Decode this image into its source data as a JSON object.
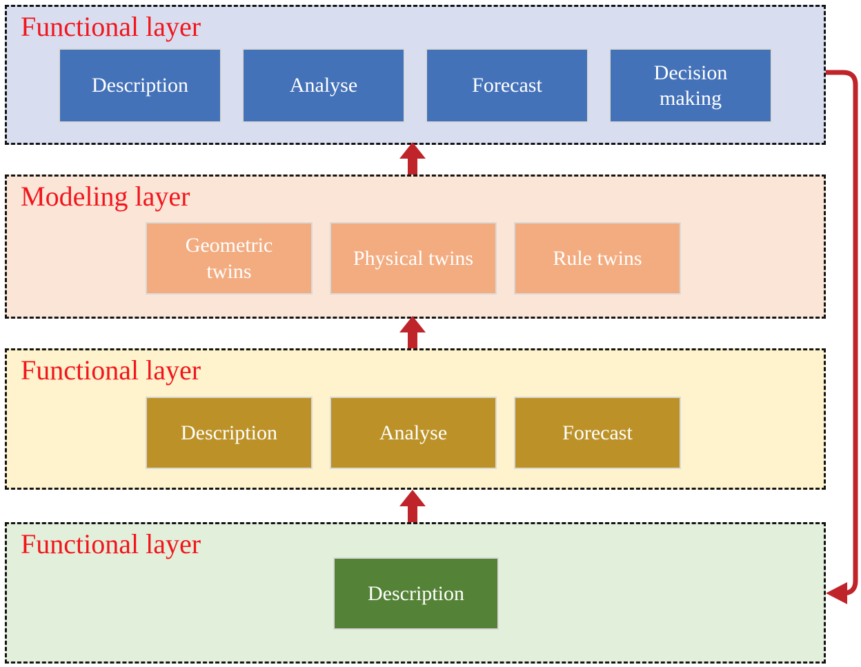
{
  "colors": {
    "title_red": "#F2151D",
    "arrow_red": "#C0242B",
    "border_black": "#141414",
    "box_text_white": "#FFFFFF"
  },
  "layers": [
    {
      "title": "Functional layer",
      "bg": "#D8DEEF",
      "box_bg": "#4472B9",
      "boxes": [
        {
          "label": "Description"
        },
        {
          "label": "Analyse"
        },
        {
          "label": "Forecast"
        },
        {
          "label": "Decision making"
        }
      ]
    },
    {
      "title": "Modeling layer",
      "bg": "#FBE5D6",
      "box_bg": "#F3AC80",
      "boxes": [
        {
          "label": "Geometric twins"
        },
        {
          "label": "Physical twins"
        },
        {
          "label": "Rule twins"
        }
      ]
    },
    {
      "title": "Functional layer",
      "bg": "#FEF3CC",
      "box_bg": "#BC9228",
      "boxes": [
        {
          "label": "Description"
        },
        {
          "label": "Analyse"
        },
        {
          "label": "Forecast"
        }
      ]
    },
    {
      "title": "Functional layer",
      "bg": "#E2EFDA",
      "box_bg": "#548236",
      "boxes": [
        {
          "label": "Description"
        }
      ]
    }
  ]
}
